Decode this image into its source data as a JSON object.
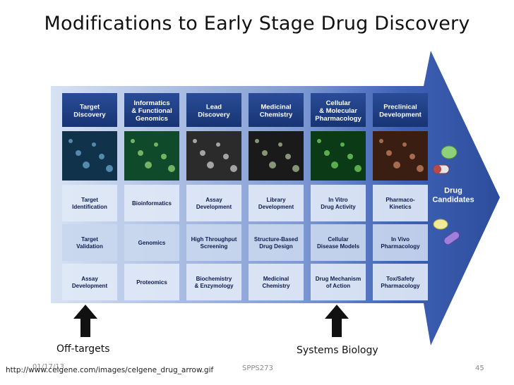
{
  "title": "Modifications to Early Stage Drug Discovery",
  "columns": [
    {
      "header": "Target\nDiscovery",
      "cells": [
        "Target\nIdentification",
        "Target\nValidation",
        "Assay\nDevelopment"
      ]
    },
    {
      "header": "Informatics\n& Functional\nGenomics",
      "cells": [
        "Bioinformatics",
        "Genomics",
        "Proteomics"
      ]
    },
    {
      "header": "Lead\nDiscovery",
      "cells": [
        "Assay\nDevelopment",
        "High Throughput\nScreening",
        "Biochemistry\n& Enzymology"
      ]
    },
    {
      "header": "Medicinal\nChemistry",
      "cells": [
        "Library\nDevelopment",
        "Structure-Based\nDrug Design",
        "Medicinal\nChemistry"
      ]
    },
    {
      "header": "Cellular\n& Molecular\nPharmacology",
      "cells": [
        "In Vitro\nDrug Activity",
        "Cellular\nDisease Models",
        "Drug Mechanism\nof Action"
      ]
    },
    {
      "header": "Preclinical\nDevelopment",
      "cells": [
        "Pharmaco-\nKinetics",
        "In Vivo\nPharmacology",
        "Tox/Safety\nPharmacology"
      ]
    }
  ],
  "arrow_tip_label": "Drug\nCandidates",
  "labels": {
    "off_targets": "Off-targets",
    "systems_biology": "Systems Biology"
  },
  "footer": {
    "date": "01/17/13",
    "url": "http://www.celgene.com/images/celgene_drug_arrow.gif",
    "course": "SPPS273",
    "page": "45"
  },
  "colors": {
    "header_blue": "#1f3f86",
    "arrow_blue": "#3f62b5",
    "band_light": "#dfe8f6",
    "band_mid": "#c6d4ec",
    "text_dark": "#0d1e4d"
  }
}
